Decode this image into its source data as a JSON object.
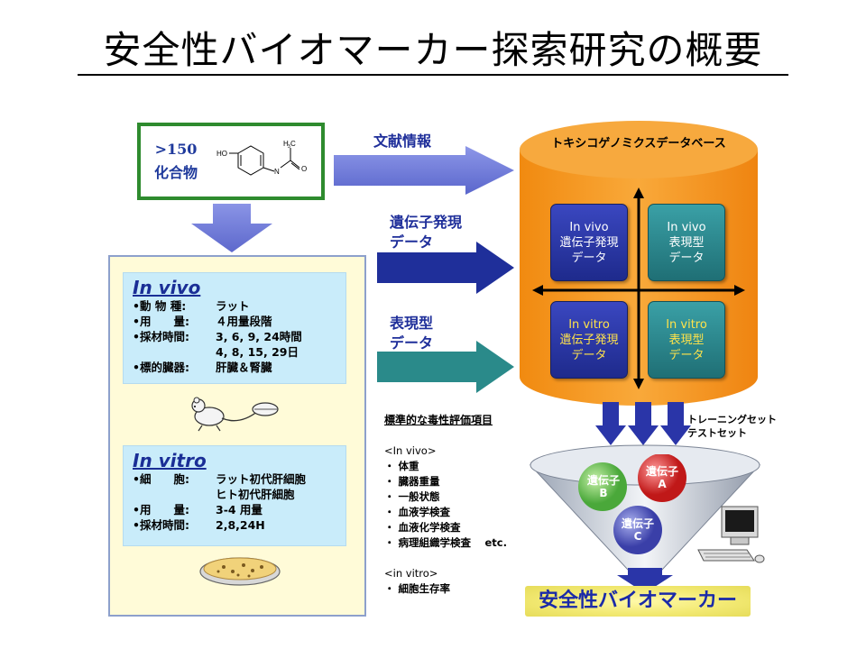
{
  "title": "安全性バイオマーカー探索研究の概要",
  "compound": {
    "count": ">150",
    "label": "化合物",
    "structure": {
      "ho": "HO",
      "n": "N",
      "h": "H",
      "c": "C",
      "sub": "3",
      "o": "O"
    }
  },
  "arrows": {
    "literature": "文献情報",
    "gene_expression": [
      "遺伝子発現",
      "データ"
    ],
    "phenotype": [
      "表現型",
      "データ"
    ]
  },
  "database": {
    "label": "トキシコゲノミクスデータベース",
    "quadrants": [
      {
        "lines": [
          "In vivo",
          "遺伝子発現",
          "データ"
        ],
        "color": "#1e2a8c"
      },
      {
        "lines": [
          "In vivo",
          "表現型",
          "データ"
        ],
        "color": "#1f6f75"
      },
      {
        "lines": [
          "In vitro",
          "遺伝子発現",
          "データ"
        ],
        "color": "#1e2a8c"
      },
      {
        "lines": [
          "In vitro",
          "表現型",
          "データ"
        ],
        "color": "#1f6f75"
      }
    ]
  },
  "invivo": {
    "heading": "In vivo",
    "rows": [
      {
        "key": "•動 物 種:",
        "val": "ラット"
      },
      {
        "key": "•用　　量:",
        "val": "４用量段階"
      },
      {
        "key": "•採材時間:",
        "val": "3, 6, 9, 24時間"
      },
      {
        "key": "",
        "val": "4, 8, 15, 29日"
      },
      {
        "key": "•標的臓器:",
        "val": "肝臓＆腎臓"
      }
    ]
  },
  "invitro": {
    "heading": "In vitro",
    "rows": [
      {
        "key": "•細　　胞:",
        "val": "ラット初代肝細胞"
      },
      {
        "key": "",
        "val": "ヒト初代肝細胞"
      },
      {
        "key": "•用　　量:",
        "val": "3-4 用量"
      },
      {
        "key": "•採材時間:",
        "val": "2,8,24H"
      }
    ]
  },
  "tox": {
    "title": "標準的な毒性評価項目",
    "invivo_head": "<In vivo>",
    "invivo_items": [
      "・ 体重",
      "・ 臓器重量",
      "・ 一般状態",
      "・ 血液学検査",
      "・ 血液化学検査",
      "・ 病理組織学検査　  etc."
    ],
    "invitro_head": "<in vitro>",
    "invitro_items": [
      "・ 細胞生存率"
    ]
  },
  "training": [
    "トレーニングセット",
    "テストセット"
  ],
  "balls": {
    "a": [
      "遺伝子",
      "A"
    ],
    "b": [
      "遺伝子",
      "B"
    ],
    "c": [
      "遺伝子",
      "C"
    ]
  },
  "result": "安全性バイオマーカー",
  "colors": {
    "navy_arrow": "#1f2f9a",
    "teal_arrow": "#2a8a8a",
    "literature_arrow": "#7480d8",
    "cylinder": "#f7991a",
    "compound_border": "#2e8b2e"
  },
  "icons": [
    "molecule-structure",
    "rat-icon",
    "petri-dish-icon",
    "computer-icon"
  ]
}
